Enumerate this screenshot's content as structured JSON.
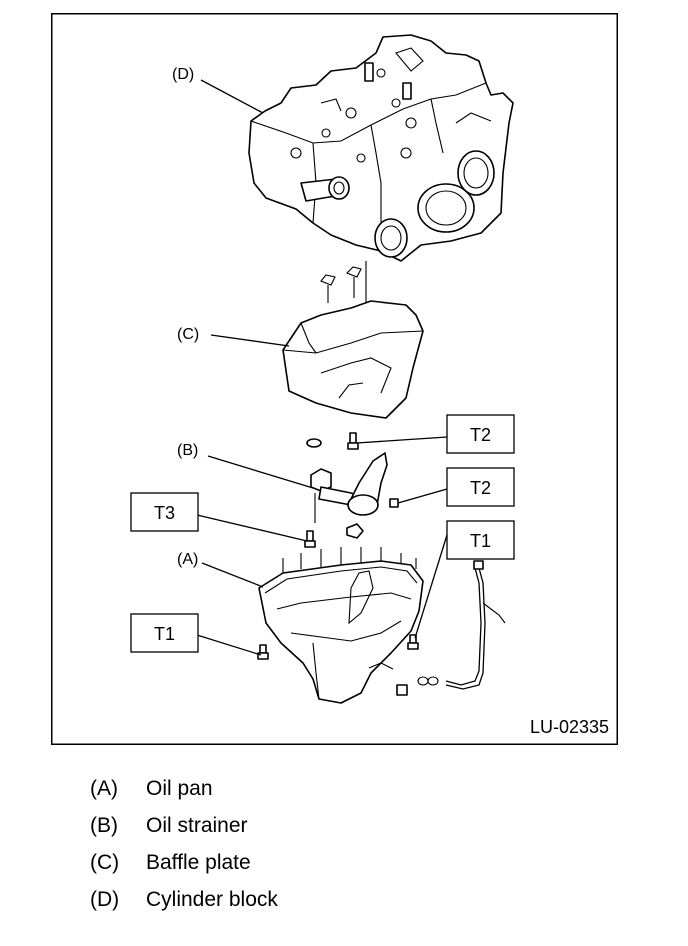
{
  "figure": {
    "code": "LU-02335",
    "callouts": {
      "a": "(A)",
      "b": "(B)",
      "c": "(C)",
      "d": "(D)"
    },
    "torque_tags": {
      "t2_upper": "T2",
      "t2_lower": "T2",
      "t3": "T3",
      "t1_right": "T1",
      "t1_left": "T1"
    }
  },
  "legend": [
    {
      "key": "(A)",
      "text": "Oil pan"
    },
    {
      "key": "(B)",
      "text": "Oil strainer"
    },
    {
      "key": "(C)",
      "text": "Baffle plate"
    },
    {
      "key": "(D)",
      "text": "Cylinder block"
    }
  ]
}
